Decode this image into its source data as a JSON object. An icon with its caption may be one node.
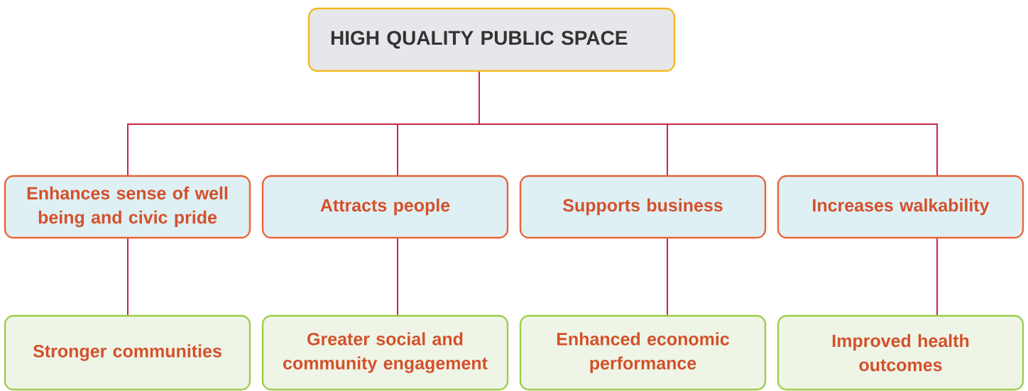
{
  "diagram": {
    "nodes": [
      {
        "text": [
          "HIGH QUALITY PUBLIC SPACE"
        ]
      },
      {
        "text": [
          "Enhances sense of well being and civic pride"
        ]
      },
      {
        "text": [
          "Attracts people"
        ]
      },
      {
        "text": [
          "Supports business"
        ]
      },
      {
        "text": [
          "Increases walkability"
        ]
      },
      {
        "text": [
          "Stronger communities"
        ]
      },
      {
        "text": [
          "Greater social and community engagement"
        ]
      },
      {
        "text": [
          "Enhanced economic performance"
        ]
      },
      {
        "text": [
          "Improved health outcomes"
        ]
      }
    ],
    "edges": [
      {
        "from": 0,
        "to": 1,
        "arrow": "none"
      },
      {
        "from": 0,
        "to": 2,
        "arrow": "none"
      },
      {
        "from": 0,
        "to": 3,
        "arrow": "none"
      },
      {
        "from": 0,
        "to": 4,
        "arrow": "none"
      },
      {
        "from": 1,
        "to": 5,
        "arrow": "none"
      },
      {
        "from": 2,
        "to": 6,
        "arrow": "none"
      },
      {
        "from": 3,
        "to": 7,
        "arrow": "none"
      },
      {
        "from": 4,
        "to": 8,
        "arrow": "none"
      }
    ]
  }
}
